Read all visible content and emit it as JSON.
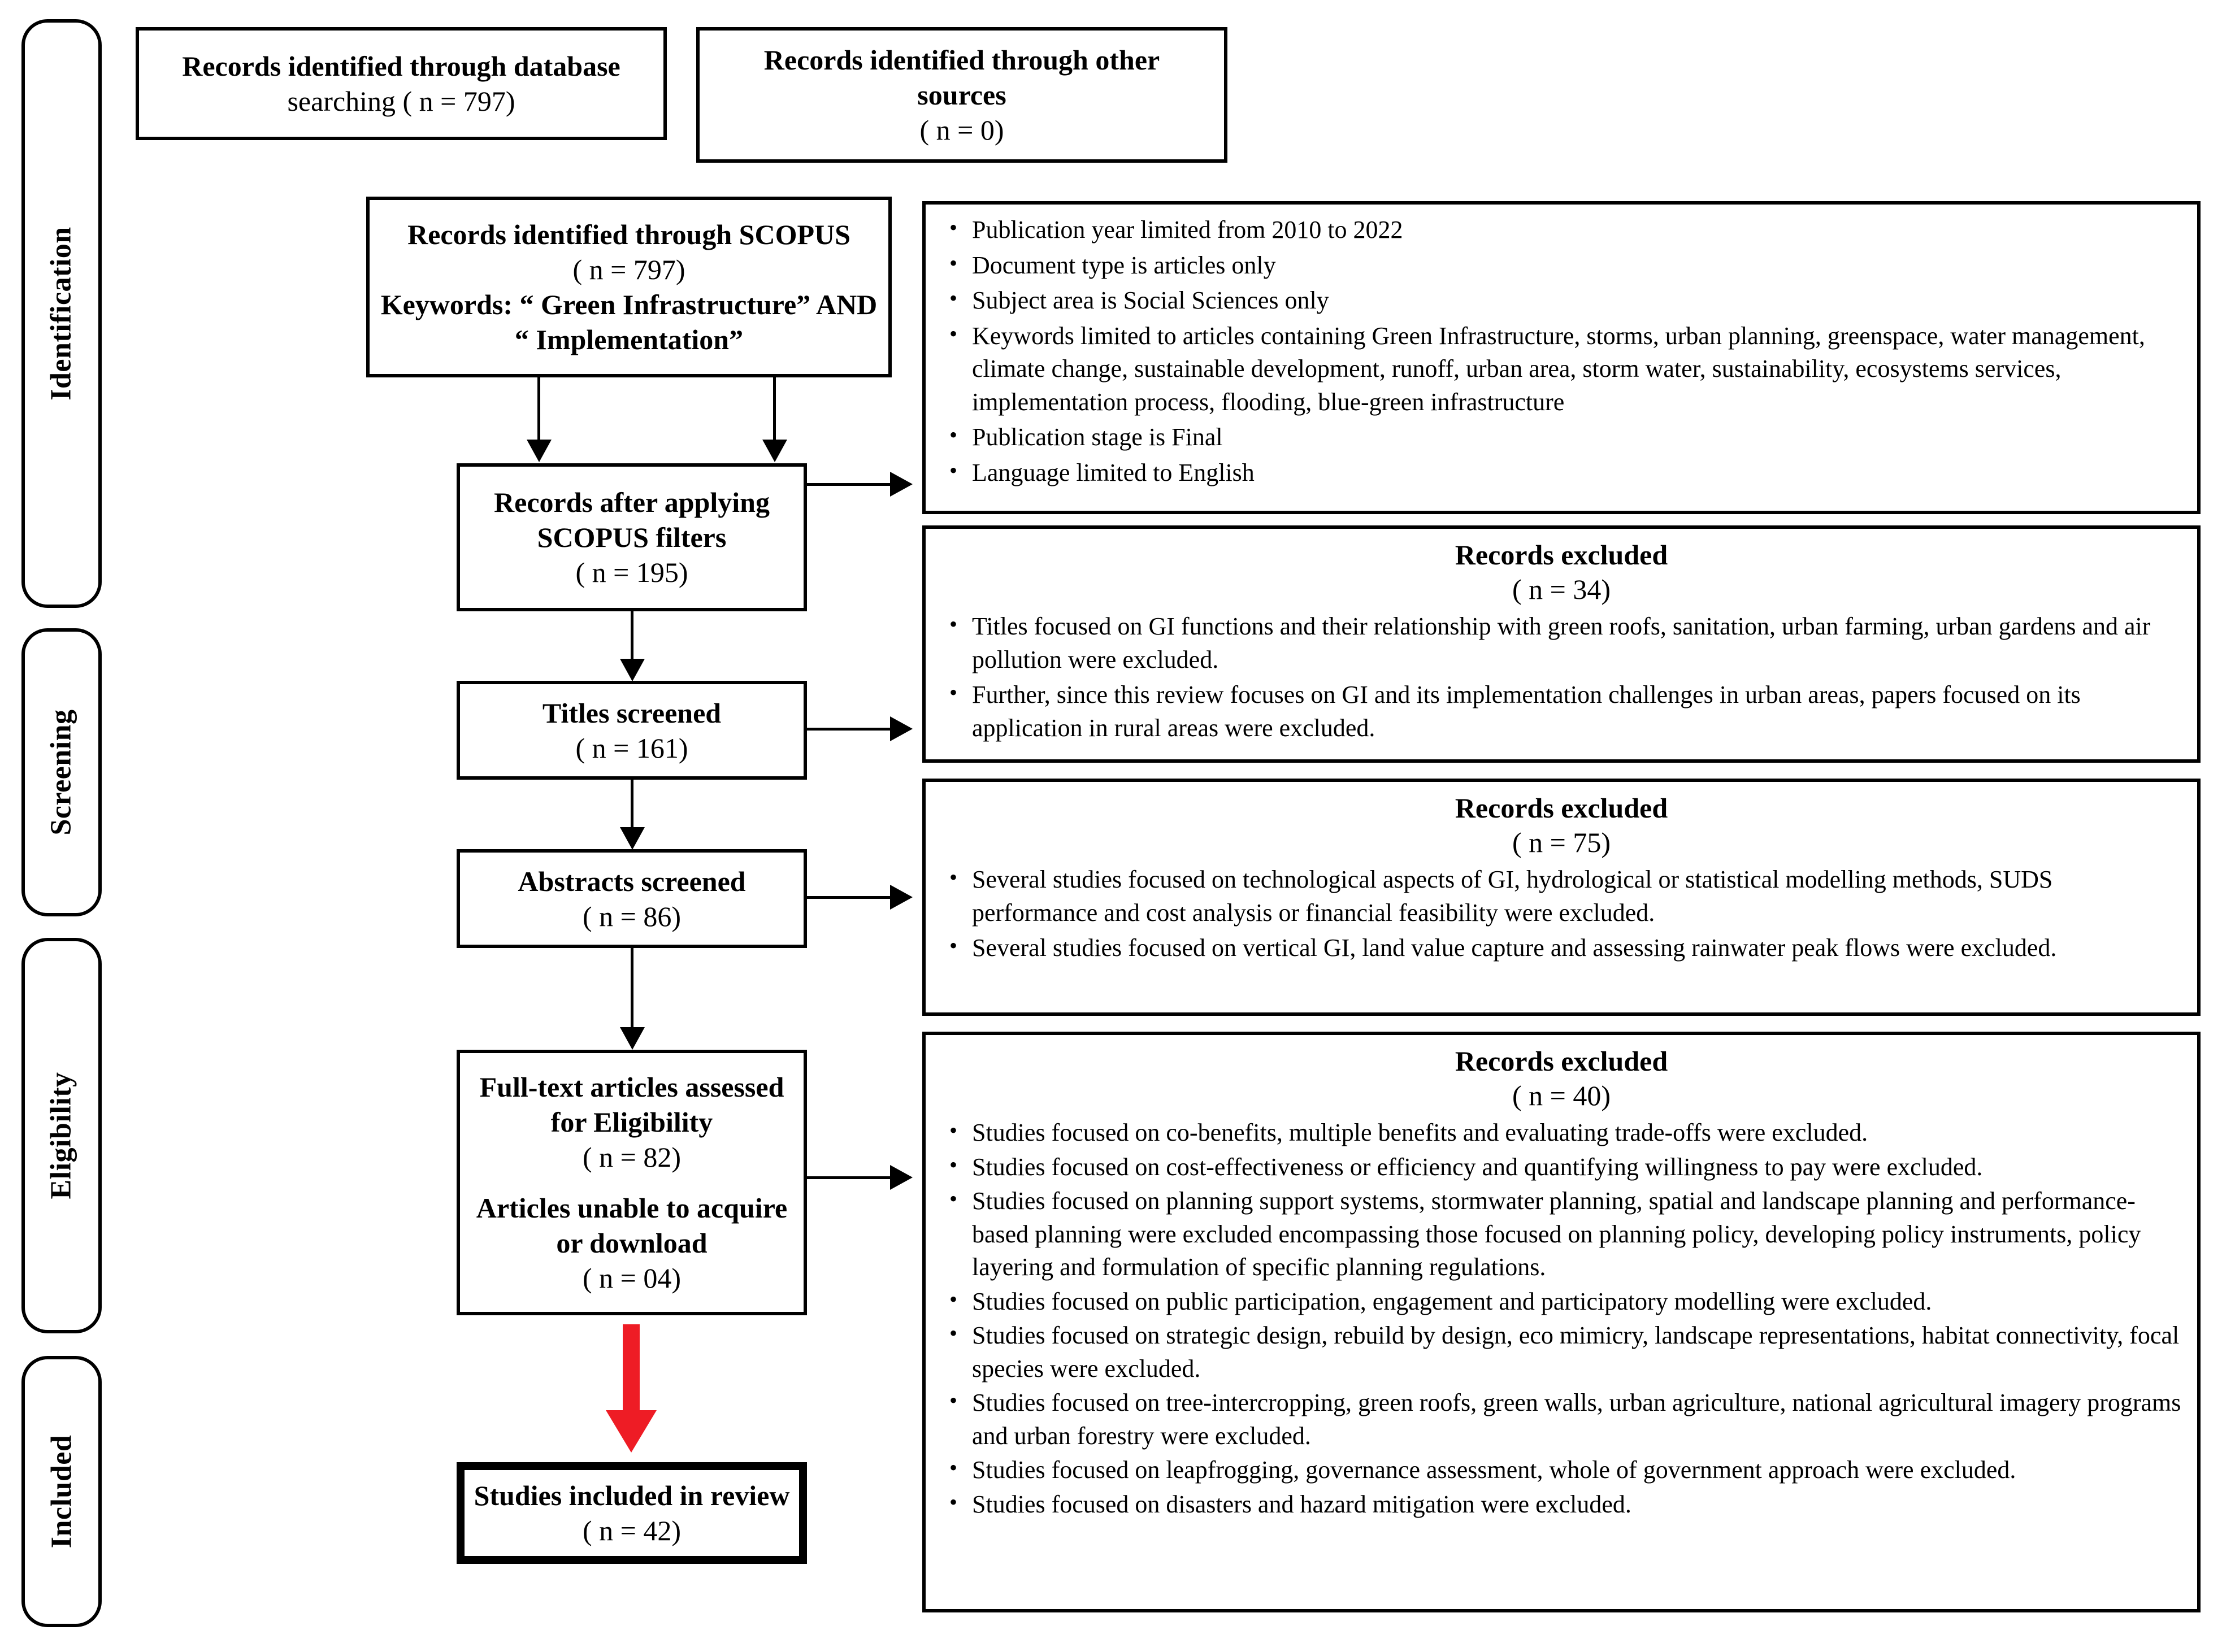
{
  "diagram": {
    "title": "PRISMA flow diagram",
    "accent_red": "#ee1c25",
    "line_color": "#000000"
  },
  "phases": [
    {
      "label": "Identification"
    },
    {
      "label": "Screening"
    },
    {
      "label": "Eligibility"
    },
    {
      "label": "Included"
    }
  ],
  "boxes": {
    "database_search": {
      "line1": "Records identified through database",
      "line2": "searching ( n = 797)"
    },
    "other_sources": {
      "line1": "Records identified through other",
      "line2": "sources",
      "line3": "( n = 0)"
    },
    "scopus": {
      "line1": "Records identified through SCOPUS",
      "line2": "( n = 797)",
      "line3": "Keywords: “ Green Infrastructure” AND",
      "line4": "“ Implementation”"
    },
    "after_filters": {
      "line1": "Records after applying",
      "line2": "SCOPUS filters",
      "line3": "( n = 195)"
    },
    "titles_screened": {
      "line1": "Titles screened",
      "line2": "( n = 161)"
    },
    "abstracts_screened": {
      "line1": "Abstracts screened",
      "line2": "( n =  86)"
    },
    "fulltext": {
      "line1": "Full-text articles assessed",
      "line2": "for Eligibility",
      "line3": "( n = 82)",
      "line4": "Articles unable to acquire",
      "line5": "or download",
      "line6": "( n = 04)"
    },
    "included": {
      "line1": "Studies included in review",
      "line2": "( n = 42)"
    }
  },
  "panels": {
    "filters": {
      "items": [
        "Publication year limited  from 2010 to 2022",
        "Document type is articles only",
        "Subject area is Social Sciences only",
        "Keywords limited to articles containing Green Infrastructure, storms, urban planning, greenspace, water management, climate change, sustainable development, runoff, urban area, storm water, sustainability, ecosystems services, implementation process, flooding, blue-green infrastructure",
        "Publication stage is Final",
        "Language limited  to English"
      ]
    },
    "excluded_34": {
      "title": "Records excluded",
      "count": "( n = 34)",
      "items": [
        "Titles  focused  on  GI  functions  and  their relationship with  green  roofs,  sanitation,  urban  farming,  urban gardens and air pollution were excluded.",
        "Further, since this review focuses on GI and its implementation challenges in urban areas, papers focused on its application in rural areas were excluded."
      ]
    },
    "excluded_75": {
      "title": "Records excluded",
      "count": "( n = 75)",
      "items": [
        "Several studies focused on technological aspects of GI, hydrological or statistical  modelling methods, SUDS performance and cost analysis or financial feasibility were excluded.",
        "Several studies focused on vertical GI, land value capture and assessing rainwater peak flows were excluded."
      ]
    },
    "excluded_40": {
      "title": "Records excluded",
      "count": "( n = 40)",
      "items": [
        "Studies focused on co-benefits, multiple benefits and evaluating trade-offs were excluded.",
        "Studies focused on cost-effectiveness or efficiency and quantifying willingness to pay were excluded.",
        "Studies focused on planning support systems, stormwater planning, spatial and landscape planning and performance-based planning were excluded encompassing those focused on planning policy, developing policy instruments, policy layering and formulation of specific planning regulations.",
        "Studies focused on public participation, engagement and participatory modelling were excluded.",
        "Studies focused on strategic design, rebuild by design, eco mimicry, landscape representations, habitat connectivity, focal species were excluded.",
        "Studies focused on tree-intercropping, green roofs, green walls, urban agriculture, national agricultural imagery programs and urban forestry were excluded.",
        "Studies focused on leapfrogging, governance assessment, whole of government approach were excluded.",
        "Studies focused on disasters and hazard mitigation were excluded."
      ]
    }
  },
  "flow_data": {
    "type": "flowchart",
    "standard": "PRISMA",
    "stages": [
      {
        "stage": "Records identified through database searching",
        "n": 797
      },
      {
        "stage": "Records identified through other sources",
        "n": 0
      },
      {
        "stage": "Records identified through SCOPUS",
        "n": 797
      },
      {
        "stage": "Records after applying SCOPUS filters",
        "n": 195
      },
      {
        "stage": "Titles screened",
        "n": 161
      },
      {
        "stage": "Abstracts screened",
        "n": 86
      },
      {
        "stage": "Full-text articles assessed for Eligibility",
        "n": 82
      },
      {
        "stage": "Articles unable to acquire or download",
        "n": 4
      },
      {
        "stage": "Studies included in review",
        "n": 42
      }
    ],
    "exclusions": [
      {
        "after_stage": "Titles screened",
        "n": 34
      },
      {
        "after_stage": "Abstracts screened",
        "n": 75
      },
      {
        "after_stage": "Full-text articles assessed for Eligibility",
        "n": 40
      }
    ]
  }
}
